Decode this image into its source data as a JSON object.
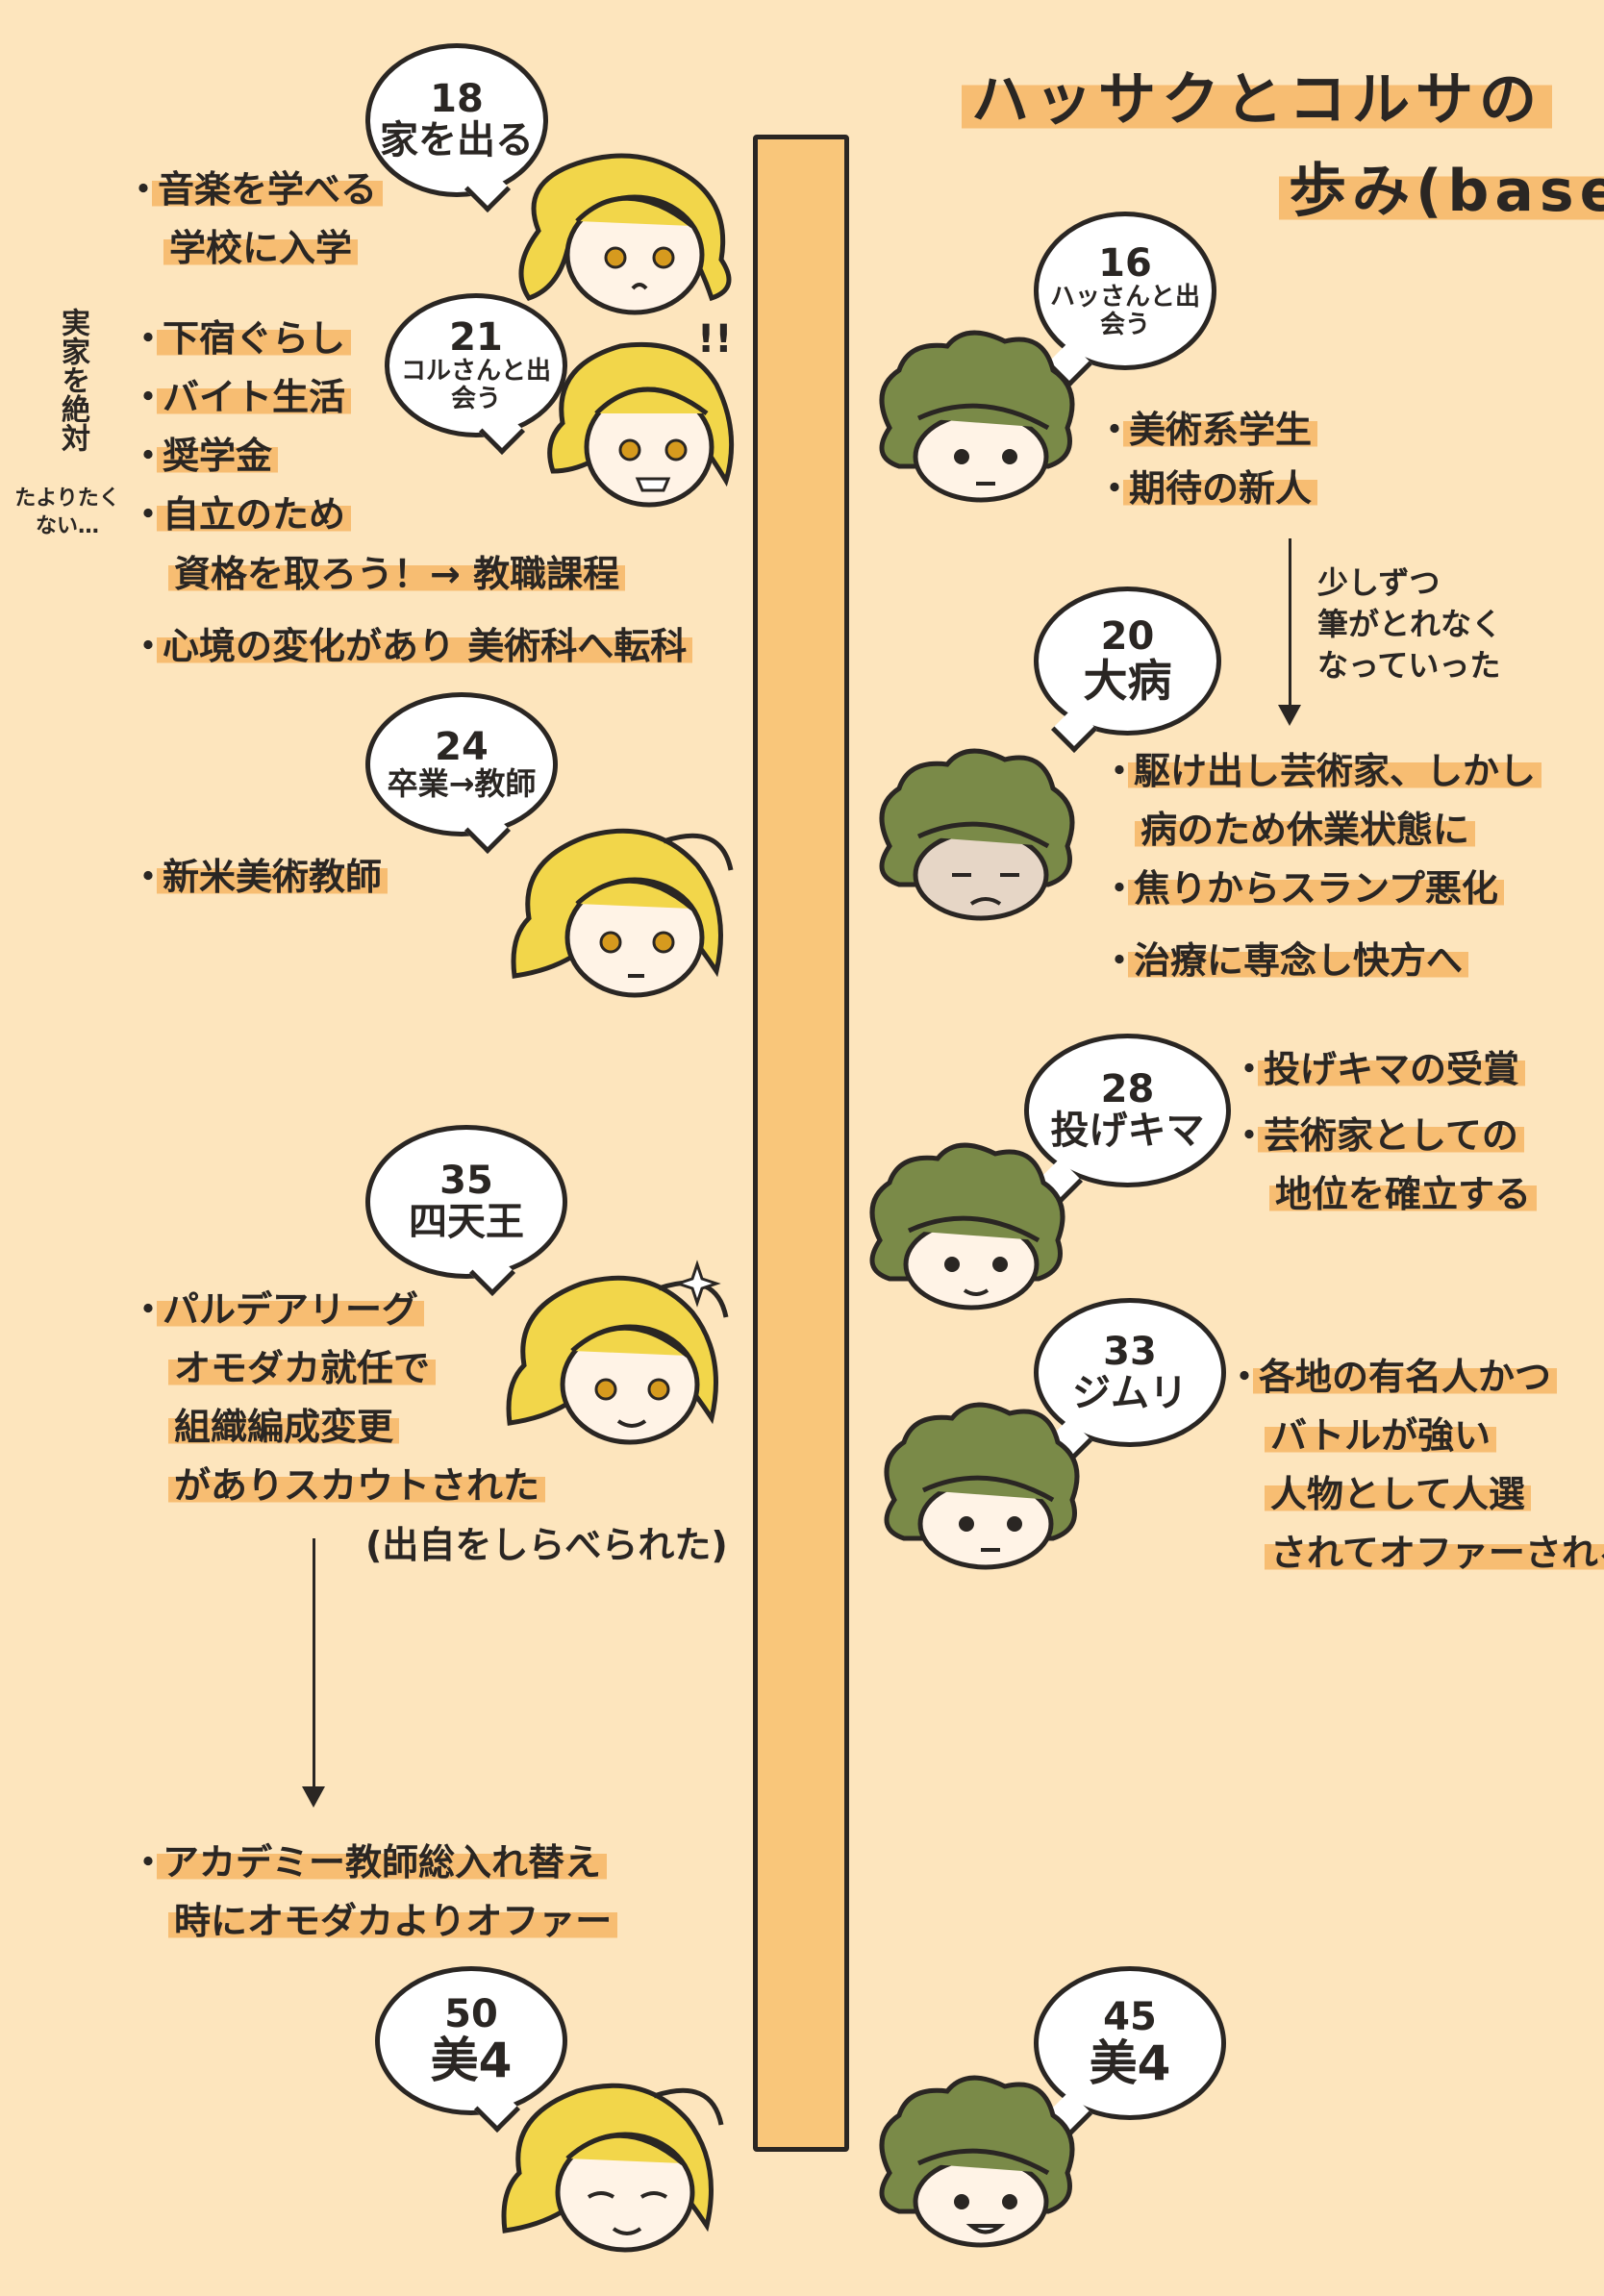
{
  "title": {
    "line1": "ハッサクとコルサの",
    "line2": "歩み(base)"
  },
  "colors": {
    "background": "#fde5bd",
    "highlight": "#f7bd72",
    "timeline": "#f9c67a",
    "hassaku_hair": "#f2d64a",
    "kolsa_hair": "#7a8a48"
  },
  "left": {
    "bubbles": [
      {
        "age": "18",
        "event": "家を出る"
      },
      {
        "age": "21",
        "event": "コルさんと出会う"
      },
      {
        "age": "24",
        "event": "卒業→教師"
      },
      {
        "age": "35",
        "event": "四天王"
      },
      {
        "age": "50",
        "event": "美4"
      }
    ],
    "notes_1": [
      "音楽を学べる",
      "学校に入学"
    ],
    "notes_2": [
      "下宿ぐらし",
      "バイト生活",
      "奨学金",
      "自立のため"
    ],
    "notes_2b": "資格を取ろう！→ 教職課程",
    "notes_2c": "心境の変化があり 美術科へ転科",
    "side_note": "実家を絶対",
    "side_note_small": "たよりたくない…",
    "exclaim": "!!",
    "notes_3": "新米美術教師",
    "notes_4": [
      "パルデアリーグ",
      "オモダカ就任で",
      "組織編成変更",
      "がありスカウトされた"
    ],
    "notes_4b": "(出自をしらべられた)",
    "notes_5": [
      "アカデミー教師総入れ替え",
      "時にオモダカよりオファー"
    ]
  },
  "right": {
    "bubbles": [
      {
        "age": "16",
        "event": "ハッさんと出会う"
      },
      {
        "age": "20",
        "event": "大病"
      },
      {
        "age": "28",
        "event": "投げキマ"
      },
      {
        "age": "33",
        "event": "ジムリ"
      },
      {
        "age": "45",
        "event": "美4"
      }
    ],
    "notes_1": [
      "美術系学生",
      "期待の新人"
    ],
    "arrow_note": [
      "少しずつ",
      "筆がとれなく",
      "なっていった"
    ],
    "notes_2": [
      "駆け出し芸術家、しかし",
      "病のため休業状態に"
    ],
    "notes_2b": "焦りからスランプ悪化",
    "notes_2c": "治療に専念し快方へ",
    "notes_3": [
      "投げキマの受賞",
      "芸術家としての",
      "地位を確立する"
    ],
    "notes_4": [
      "各地の有名人かつ",
      "バトルが強い",
      "人物として人選",
      "されてオファーされる"
    ]
  }
}
